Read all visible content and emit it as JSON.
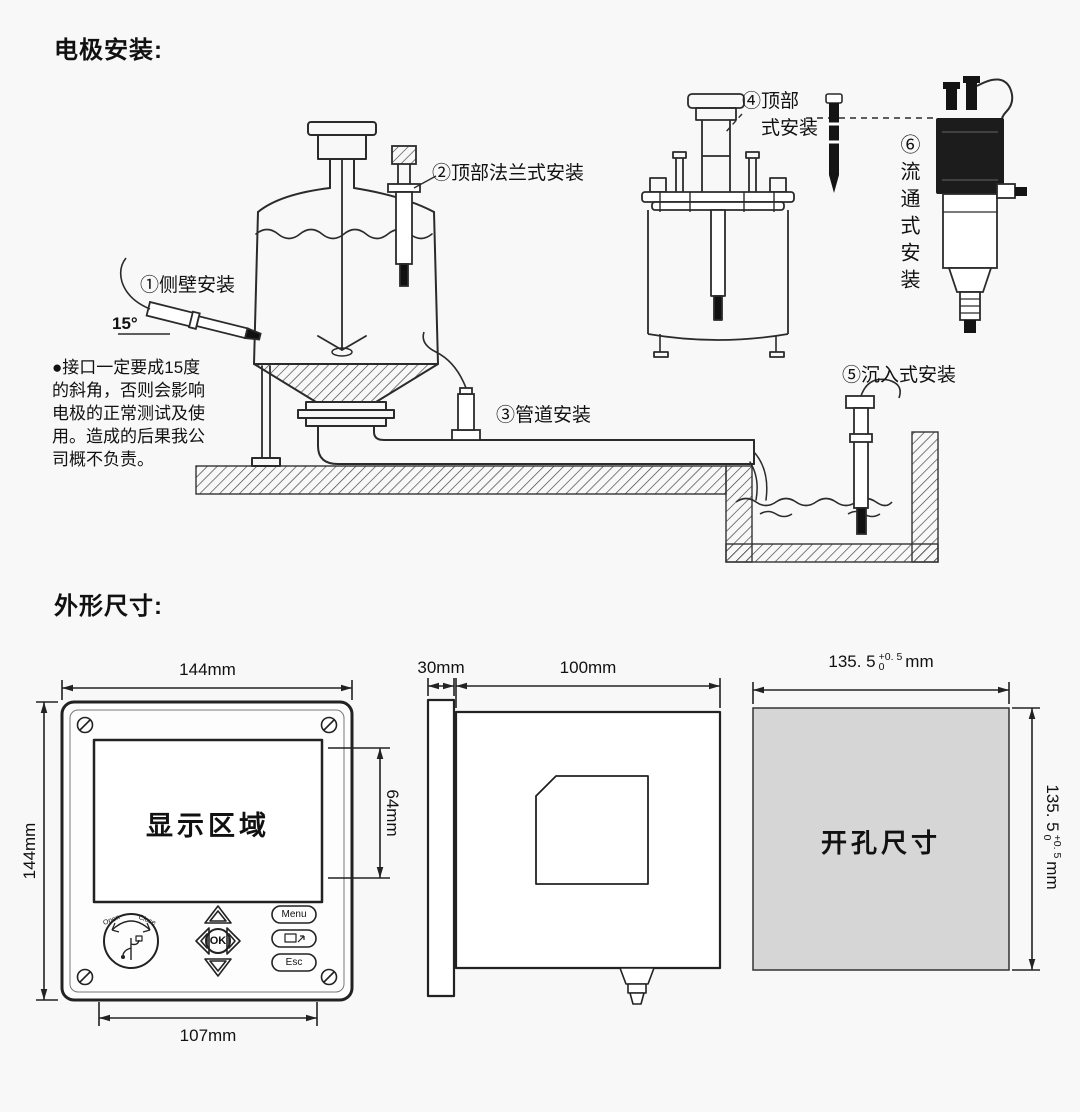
{
  "electrode_section": {
    "heading": "电极安装:",
    "labels": {
      "side_wall": "①侧壁安装",
      "angle": "15°",
      "top_flange": "②顶部法兰式安装",
      "pipe": "③管道安装",
      "top_type_l1": "④顶部",
      "top_type_l2": "式安装",
      "immersion": "⑤沉入式安装",
      "flow": "⑥流通式安装"
    },
    "note": {
      "lines": [
        "●接口一定要成15度",
        "的斜角，否则会影响",
        "电极的正常测试及使",
        "用。造成的后果我公",
        "司概不负责。"
      ]
    }
  },
  "dimension_section": {
    "heading": "外形尺寸:",
    "front_view": {
      "width_label": "144mm",
      "height_label": "144mm",
      "display_label": "显示区域",
      "display_height_label": "64mm",
      "keypad_width_label": "107mm",
      "buttons": {
        "ok": "OK",
        "menu": "Menu",
        "esc": "Esc",
        "open": "Open",
        "close": "Close"
      }
    },
    "side_view": {
      "panel_label": "30mm",
      "depth_label": "100mm"
    },
    "cutout_view": {
      "label": "开孔尺寸",
      "h_value": "135. 5",
      "h_tol_up": "+0. 5",
      "h_tol_dn": "0",
      "h_unit": "mm",
      "v_value": "135. 5",
      "v_tol_up": "+0. 5",
      "v_tol_dn": "0",
      "v_unit": "mm"
    }
  }
}
